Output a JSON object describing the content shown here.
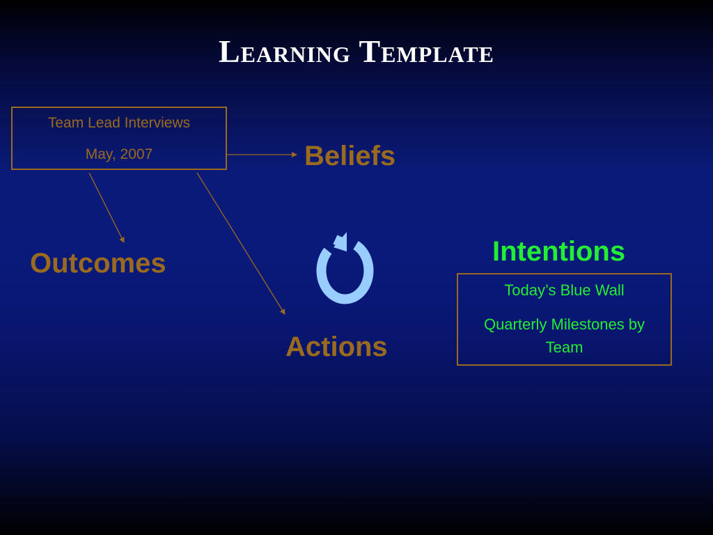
{
  "slide": {
    "title": "Learning Template",
    "source_box": {
      "line1": "Team Lead Interviews",
      "line2": "May, 2007"
    },
    "beliefs_label": "Beliefs",
    "outcomes_label": "Outcomes",
    "actions_label": "Actions",
    "intentions_label": "Intentions",
    "intentions_box": {
      "line1": "Today’s Blue Wall",
      "line2": "Quarterly Milestones by Team"
    }
  },
  "colors": {
    "gold_text": "#9a6a1e",
    "green_text": "#22ee33",
    "title_text": "#ffffff",
    "cycle_icon": "#99ccff"
  },
  "icons": {
    "cycle": "circular-arrow-icon"
  }
}
